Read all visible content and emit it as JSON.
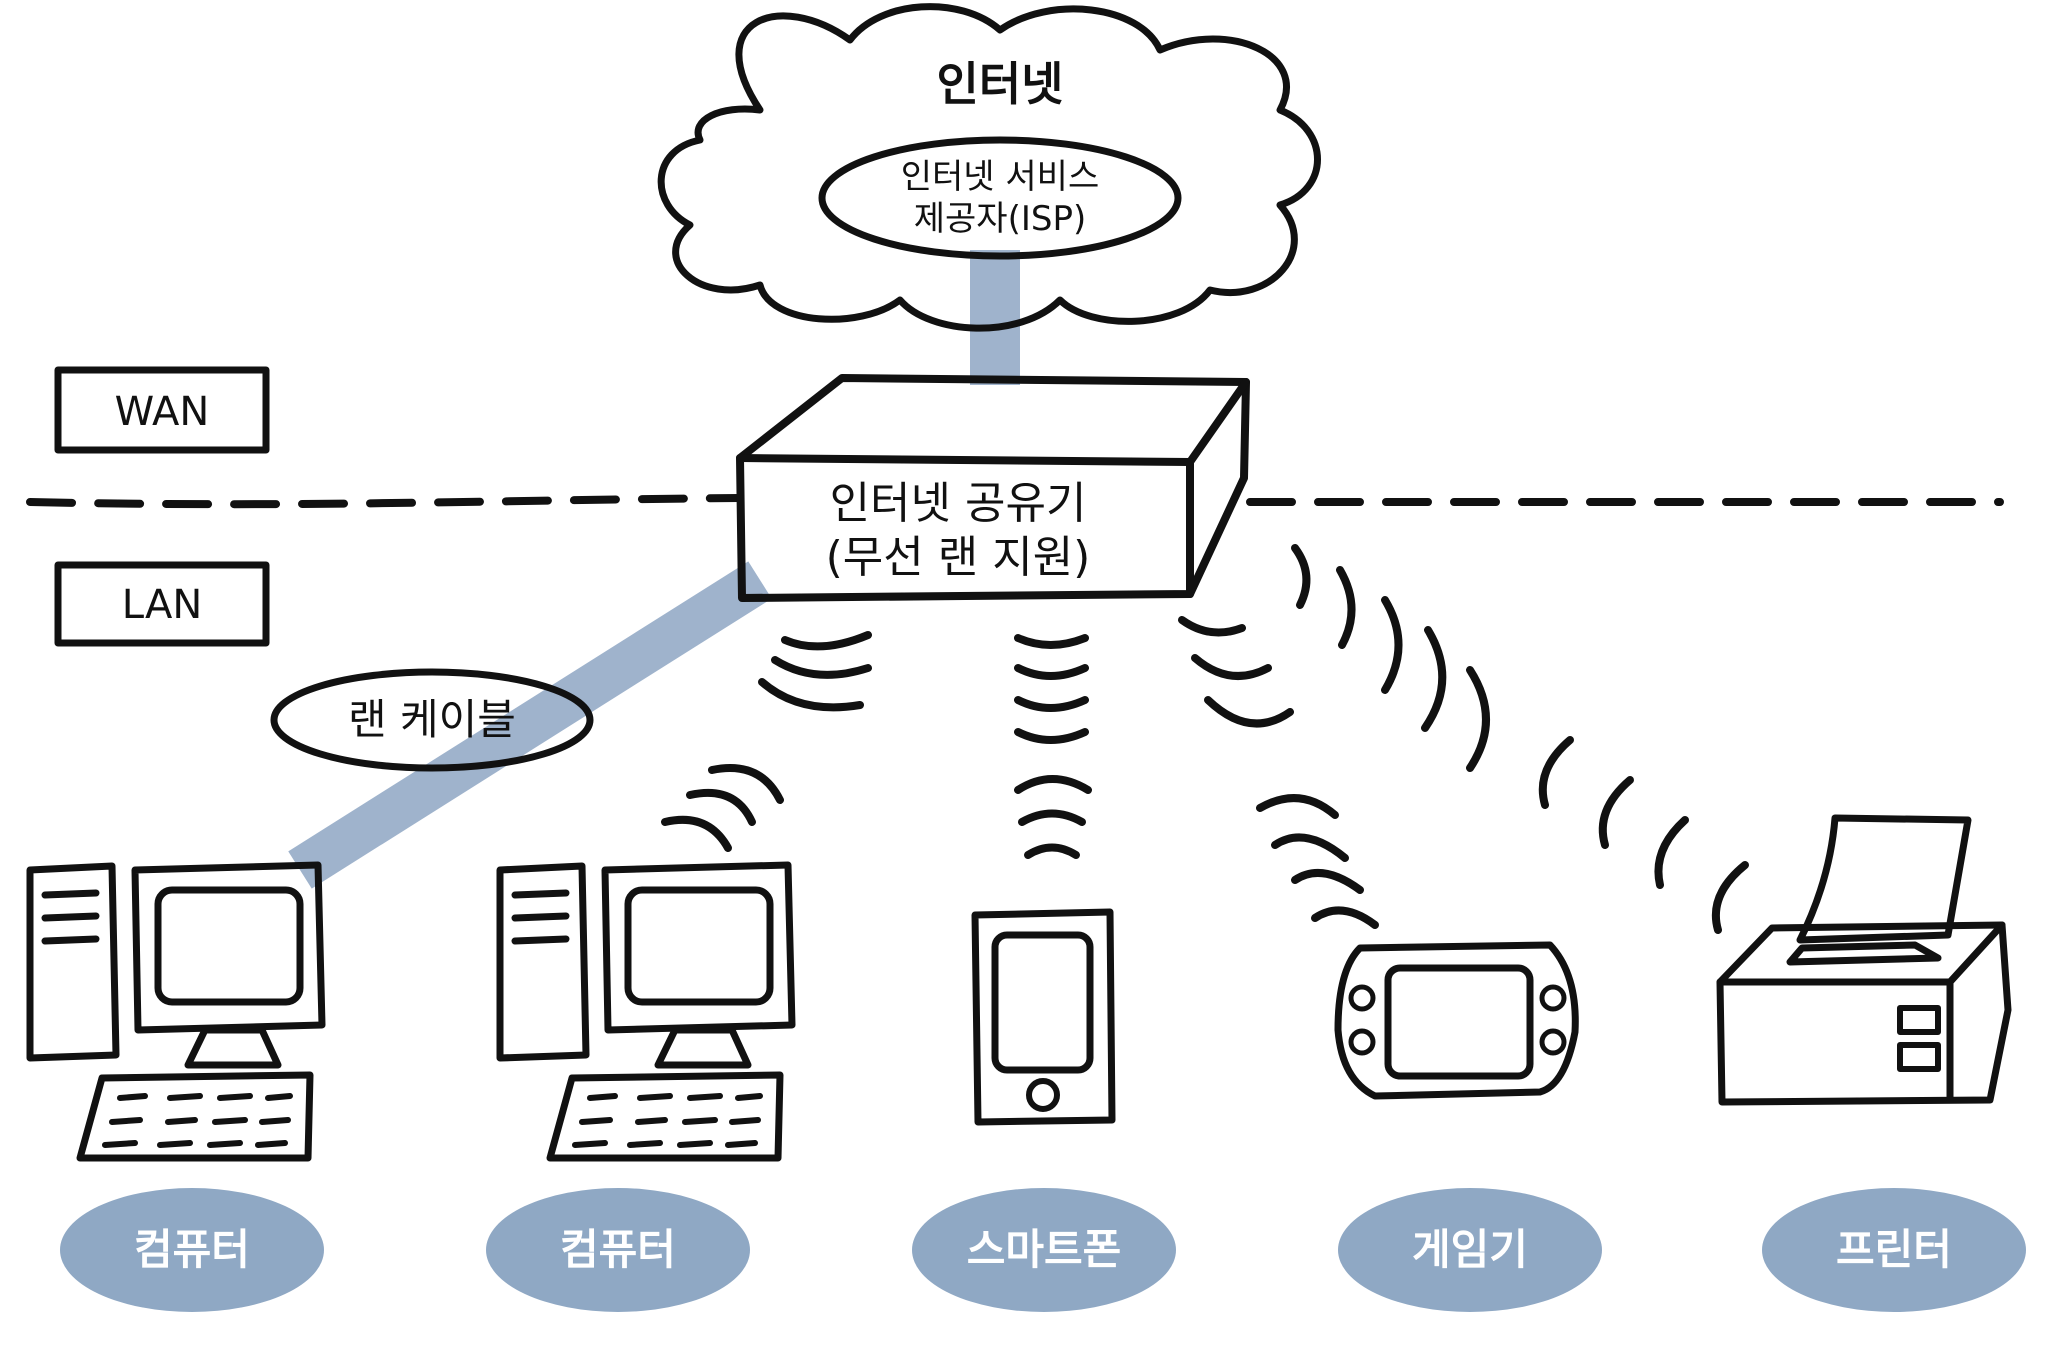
{
  "internet": {
    "title": "인터넷",
    "isp_line1": "인터넷 서비스",
    "isp_line2": "제공자(ISP)"
  },
  "zones": {
    "wan": "WAN",
    "lan": "LAN"
  },
  "router": {
    "line1": "인터넷 공유기",
    "line2": "(무선 랜 지원)"
  },
  "cable": {
    "label": "랜 케이블"
  },
  "devices": [
    {
      "label": "컴퓨터",
      "connection": "wired"
    },
    {
      "label": "컴퓨터",
      "connection": "wireless"
    },
    {
      "label": "스마트폰",
      "connection": "wireless"
    },
    {
      "label": "게임기",
      "connection": "wireless"
    },
    {
      "label": "프린터",
      "connection": "wireless"
    }
  ],
  "colors": {
    "link_blue": "#9fb3cc",
    "label_blue": "#8fa8c4",
    "screen_gray": "#8f8f8f",
    "ink": "#111111"
  }
}
